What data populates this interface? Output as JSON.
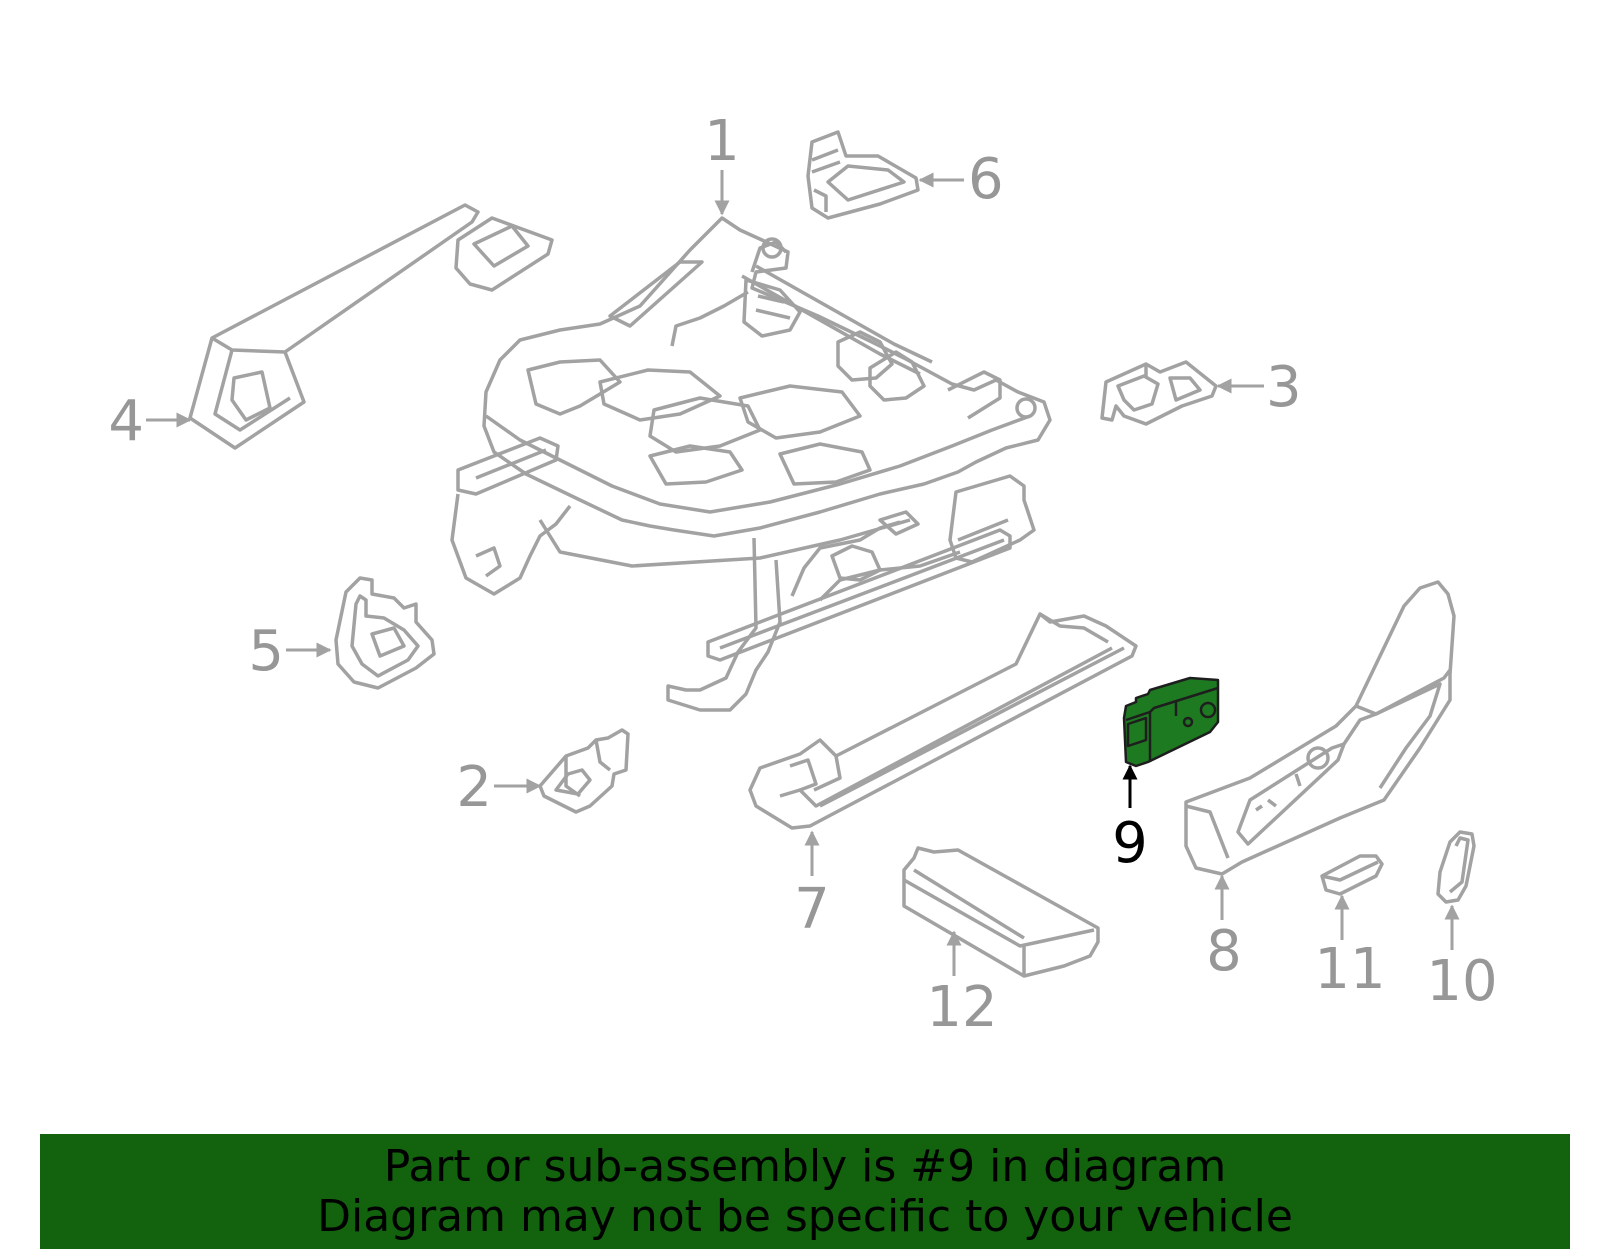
{
  "colors": {
    "outline": "#a2a2a2",
    "label": "#979797",
    "highlight_fill": "#1e7a21",
    "highlight_stroke": "#1e1e1e",
    "highlight_label": "#000000",
    "banner_bg": "#12620e",
    "banner_text": "#000000"
  },
  "callouts": [
    {
      "id": "1",
      "label": "1",
      "highlighted": false
    },
    {
      "id": "2",
      "label": "2",
      "highlighted": false
    },
    {
      "id": "3",
      "label": "3",
      "highlighted": false
    },
    {
      "id": "4",
      "label": "4",
      "highlighted": false
    },
    {
      "id": "5",
      "label": "5",
      "highlighted": false
    },
    {
      "id": "6",
      "label": "6",
      "highlighted": false
    },
    {
      "id": "7",
      "label": "7",
      "highlighted": false
    },
    {
      "id": "8",
      "label": "8",
      "highlighted": false
    },
    {
      "id": "9",
      "label": "9",
      "highlighted": true
    },
    {
      "id": "10",
      "label": "10",
      "highlighted": false
    },
    {
      "id": "11",
      "label": "11",
      "highlighted": false
    },
    {
      "id": "12",
      "label": "12",
      "highlighted": false
    }
  ],
  "banner": {
    "line1": "Part or sub-assembly is #9 in diagram",
    "line2": "Diagram may not be specific to your vehicle"
  }
}
